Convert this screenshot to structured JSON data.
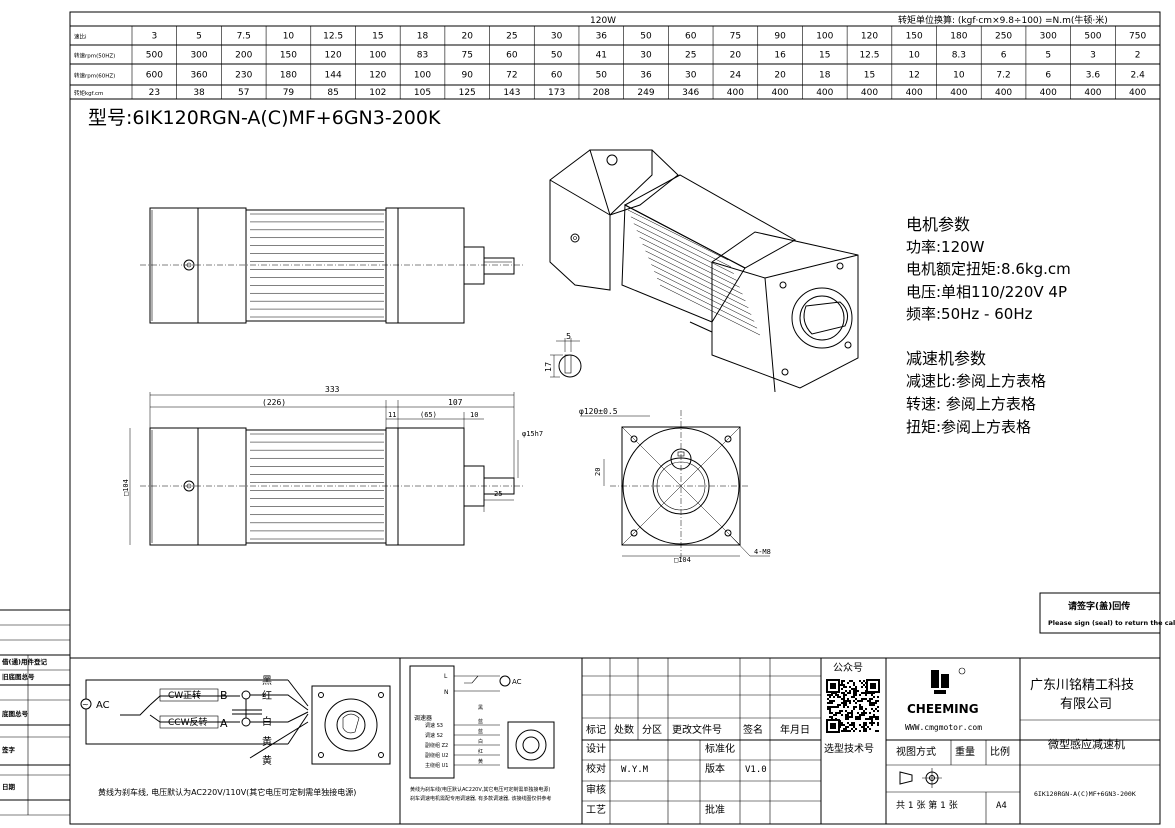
{
  "spec_table": {
    "power_title": "120W",
    "unit_note": "转矩单位换算:  (kgf·cm×9.8÷100) =N.m(牛顿·米)",
    "rows": [
      {
        "label": "速比i",
        "values": [
          "3",
          "5",
          "7.5",
          "10",
          "12.5",
          "15",
          "18",
          "20",
          "25",
          "30",
          "36",
          "50",
          "60",
          "75",
          "90",
          "100",
          "120",
          "150",
          "180",
          "250",
          "300",
          "500",
          "750"
        ]
      },
      {
        "label": "转速rpm(50HZ)",
        "values": [
          "500",
          "300",
          "200",
          "150",
          "120",
          "100",
          "83",
          "75",
          "60",
          "50",
          "41",
          "30",
          "25",
          "20",
          "16",
          "15",
          "12.5",
          "10",
          "8.3",
          "6",
          "5",
          "3",
          "2"
        ]
      },
      {
        "label": "转速rpm(60HZ)",
        "values": [
          "600",
          "360",
          "230",
          "180",
          "144",
          "120",
          "100",
          "90",
          "72",
          "60",
          "50",
          "36",
          "30",
          "24",
          "20",
          "18",
          "15",
          "12",
          "10",
          "7.2",
          "6",
          "3.6",
          "2.4"
        ]
      },
      {
        "label": "转矩kgf.cm",
        "values": [
          "23",
          "38",
          "57",
          "79",
          "85",
          "102",
          "105",
          "125",
          "143",
          "173",
          "208",
          "249",
          "346",
          "400",
          "400",
          "400",
          "400",
          "400",
          "400",
          "400",
          "400",
          "400",
          "400"
        ]
      }
    ]
  },
  "model": "型号:6IK120RGN-A(C)MF+6GN3-200K",
  "motor_params": {
    "heading": "电机参数",
    "lines": [
      "功率:120W",
      "电机额定扭矩:8.6kg.cm",
      "电压:单相110/220V 4P",
      "频率:50Hz - 60Hz"
    ]
  },
  "gear_params": {
    "heading": "减速机参数",
    "lines": [
      "减速比:参阅上方表格",
      "转速: 参阅上方表格",
      "扭矩:参阅上方表格"
    ]
  },
  "dims": {
    "total": "333",
    "body": "(226)",
    "gear": "107",
    "d11": "11",
    "d65": "(65)",
    "d10": "10",
    "shaft": "φ15h7",
    "d25": "25",
    "square": "□104",
    "flange": "φ120±0.5",
    "d20": "20",
    "holes": "4-M8",
    "key5": "5",
    "key17": "17"
  },
  "wiring": {
    "ac": "AC",
    "cw": "CW正转",
    "ccw": "CCW反转",
    "b": "B",
    "a": "A",
    "wires": [
      "黑",
      "红",
      "白",
      "黄",
      "黄"
    ],
    "note": "黄线为刹车线, 电压默认为AC220V/110V(其它电压可定制需单独接电源)"
  },
  "controller": {
    "ac": "AC",
    "l": "L",
    "n": "N",
    "side": "调速器",
    "rows": [
      "调速 S3",
      "调速 S2",
      "副绕组 Z2",
      "副绕组 U2",
      "主绕组 U1"
    ],
    "wires": [
      "黑",
      "蓝",
      "蓝",
      "白",
      "红",
      "黄"
    ],
    "note1": "黄线为刹车线(电压默认AC220V,其它电压可定制需单独接电源)",
    "note2": "刹车调速电机需配专用调速器, 有多款调速器, 该接线图仅供参考"
  },
  "stamp": {
    "line1": "请签字(盖)回传",
    "line2": "Please sign (seal) to return the call"
  },
  "left_strip": [
    "借(通)用件登记",
    "旧底图总号",
    "底图总号",
    "签字",
    "日期"
  ],
  "title_block": {
    "h_labels": [
      "标记",
      "处数",
      "分区",
      "更改文件号",
      "签名",
      "年月日"
    ],
    "design": "设计",
    "check": "校对",
    "review": "审核",
    "craft": "工艺",
    "standard": "标准化",
    "approve": "批准",
    "checker": "W.Y.M",
    "version_label": "版本",
    "version": "V1.0",
    "wechat": "公众号",
    "selector": "选型技术号",
    "brand": "CHEEMING",
    "site": "WWW.cmgmotor.com",
    "company": "广东川铭精工科技有限公司",
    "view": "视图方式",
    "weight": "重量",
    "ratio": "比例",
    "product": "微型感应减速机",
    "sheets": "共 1 张 第 1 张",
    "size": "A4",
    "model_code": "6IK120RGN-A(C)MF+6GN3-200K"
  }
}
